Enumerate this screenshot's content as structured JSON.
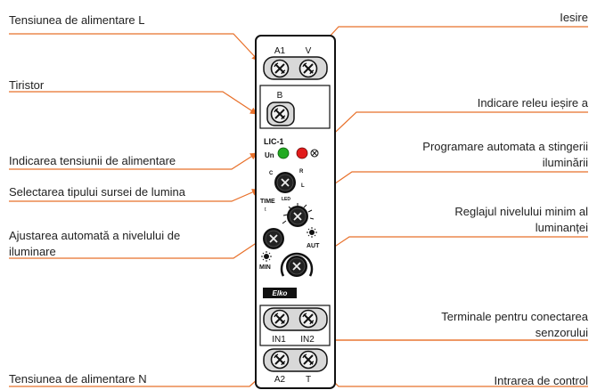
{
  "labels": {
    "left": {
      "supply_l": "Tensiunea de alimentare L",
      "thyristor": "Tiristor",
      "supply_indicator": "Indicarea tensiunii de alimentare",
      "light_source_select": "Selectarea tipului sursei de lumina",
      "auto_level_line1": "Ajustarea automată a nivelului de",
      "auto_level_line2": "iluminare",
      "supply_n": "Tensiunea de alimentare N"
    },
    "right": {
      "output": "Iesire",
      "relay_indicator": "Indicare releu ieșire a",
      "auto_off_line1": "Programare automata a stingerii",
      "auto_off_line2": "iluminării",
      "min_level_line1": "Reglajul nivelului minim al",
      "min_level_line2": "luminanței",
      "sensor_terminals_line1": "Terminale pentru conectarea",
      "sensor_terminals_line2": "senzorului",
      "control_input": "Intrarea de control"
    }
  },
  "device": {
    "terminal_a1": "A1",
    "terminal_v": "V",
    "terminal_b": "B",
    "model": "LIC-1",
    "un_label": "Un",
    "knob1_c": "C",
    "knob1_r": "R",
    "knob1_l": "L",
    "knob1_led": "LED",
    "time_label": "TIME",
    "time_t": "t",
    "aut_label": "AUT",
    "min_label": "MIN",
    "brand": "Elko",
    "terminal_in1": "IN1",
    "terminal_in2": "IN2",
    "terminal_a2": "A2",
    "terminal_t": "T"
  },
  "colors": {
    "led_supply": "#22aa22",
    "led_relay": "#e21b1b",
    "leader_line": "#e8702a"
  }
}
